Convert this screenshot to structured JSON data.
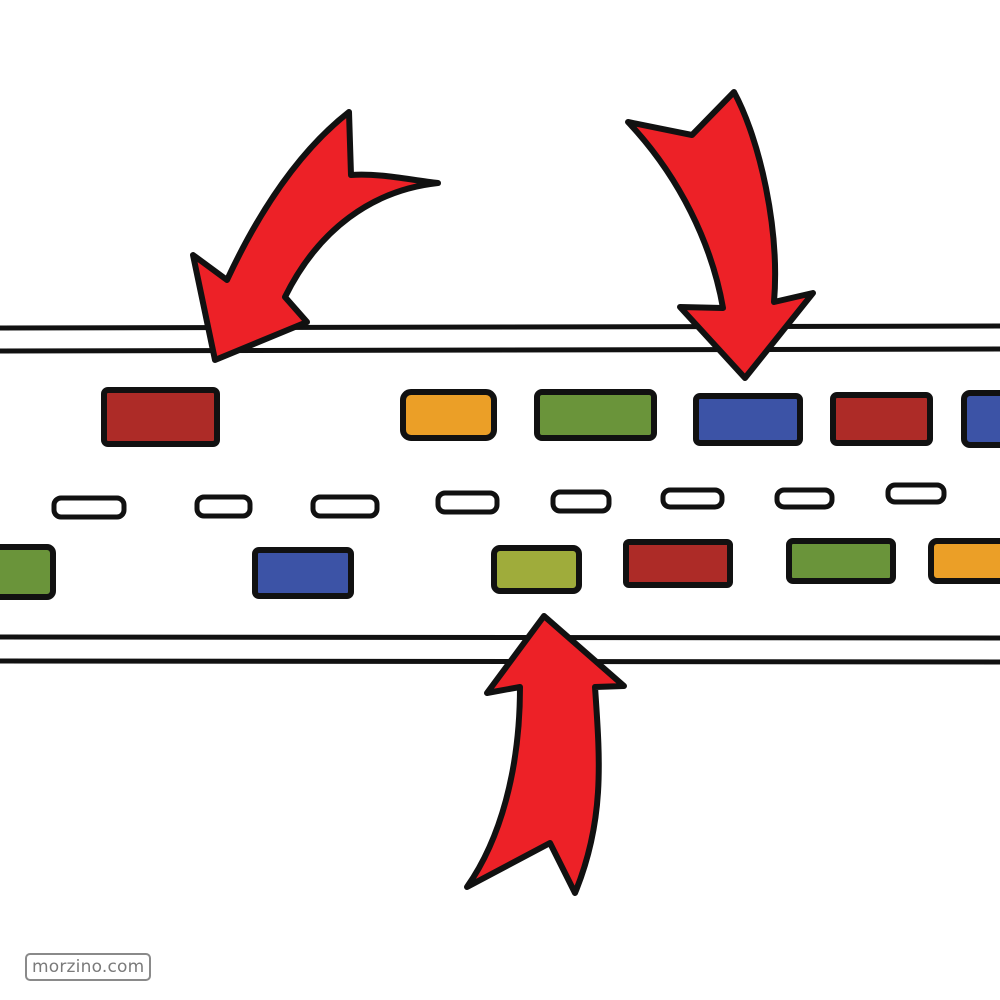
{
  "watermark": {
    "text": "morzino.com"
  },
  "colors": {
    "red": "#ad2b27",
    "orange": "#eb9f27",
    "green": "#6a943a",
    "blue": "#3c53a6",
    "olive": "#9fac3b",
    "arrow": "#ed2127",
    "outline": "#111111"
  },
  "road": {
    "upper_lane_cars": [
      "red",
      "orange",
      "green",
      "blue",
      "red",
      "blue"
    ],
    "lower_lane_cars": [
      "green",
      "blue",
      "olive",
      "red",
      "green",
      "orange"
    ],
    "center_dash_count": 8
  },
  "arrows": [
    {
      "name": "arrow-top-left",
      "direction": "down-left"
    },
    {
      "name": "arrow-top-right",
      "direction": "down"
    },
    {
      "name": "arrow-bottom",
      "direction": "up"
    }
  ]
}
